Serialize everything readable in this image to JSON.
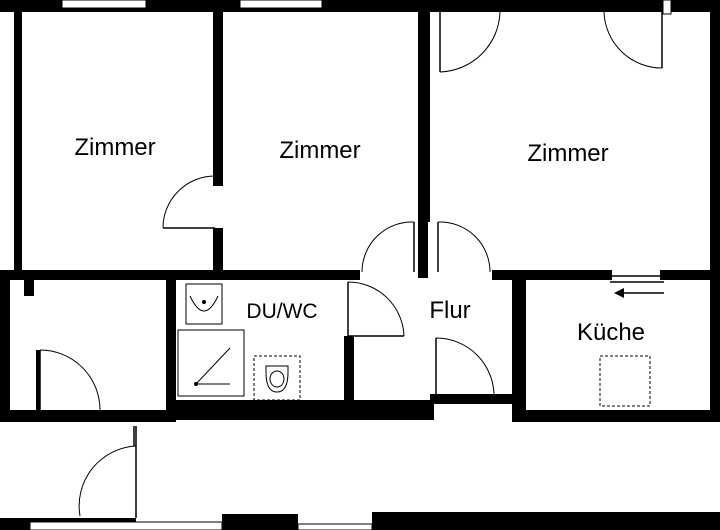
{
  "rooms": {
    "zimmer_left": "Zimmer",
    "zimmer_middle": "Zimmer",
    "zimmer_right": "Zimmer",
    "du_wc": "DU/WC",
    "flur": "Flur",
    "kueche": "Küche"
  }
}
